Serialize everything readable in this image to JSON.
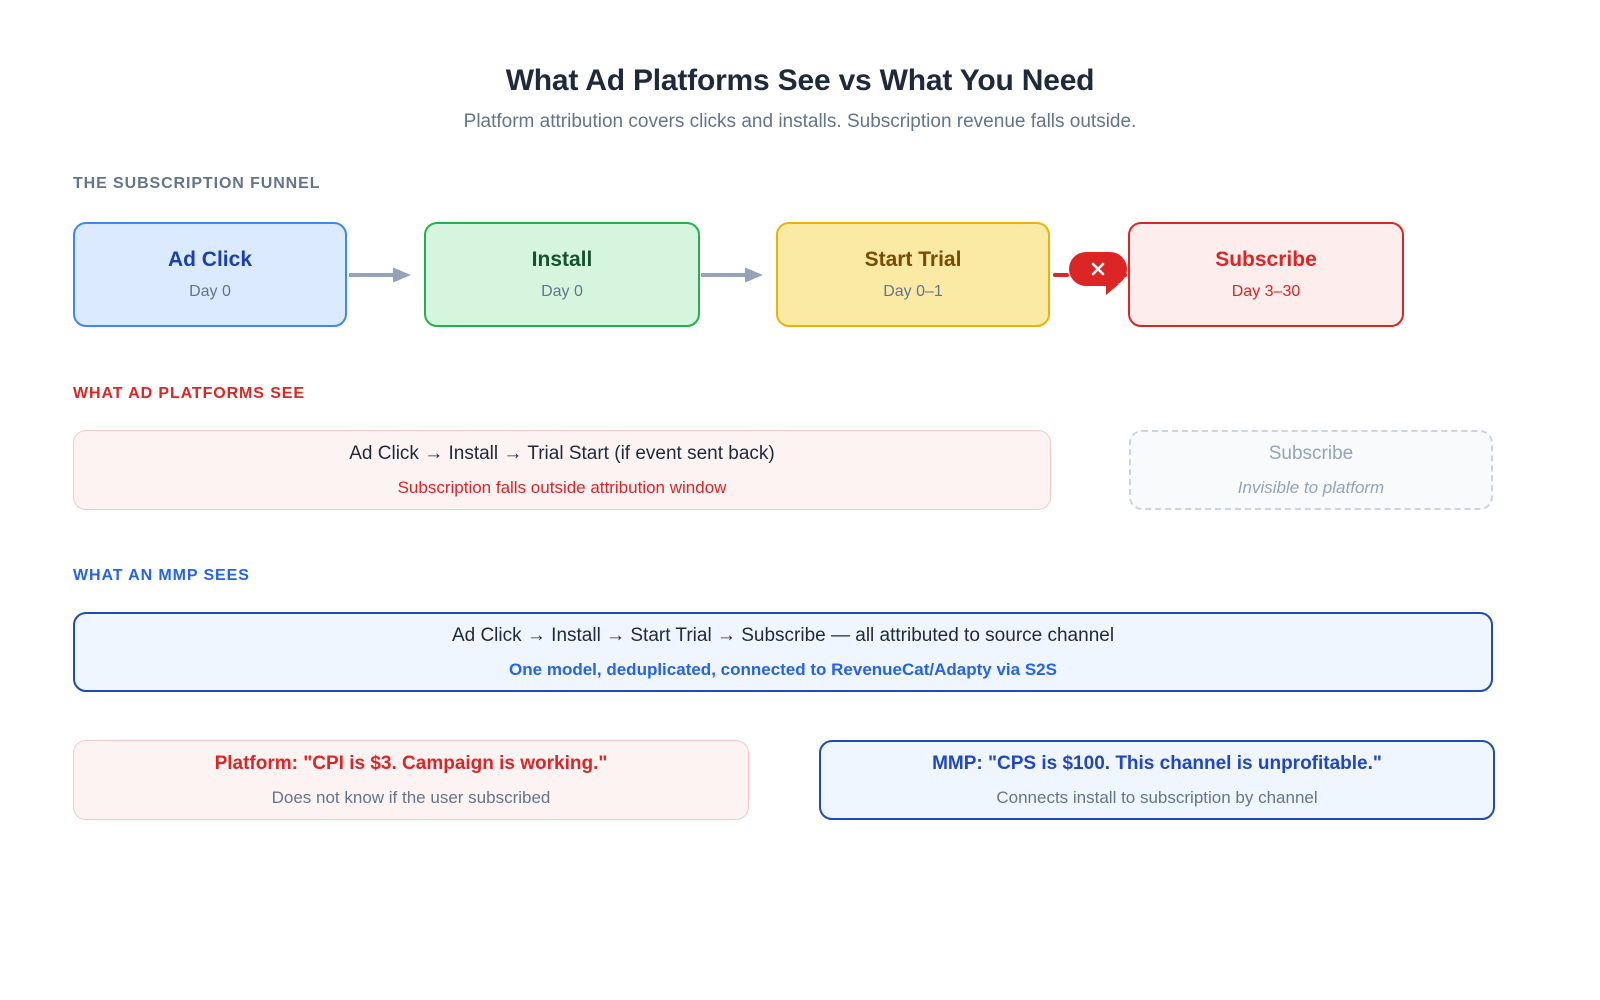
{
  "header": {
    "title": "What Ad Platforms See vs What You Need",
    "subtitle": "Platform attribution covers clicks and installs. Subscription revenue falls outside."
  },
  "colors": {
    "red": "#dc2626",
    "blue": "#2563eb",
    "blue_dark": "#2348b8",
    "slate": "#64748b",
    "green": "#22b14c",
    "amber": "#eab308",
    "arrow": "#94a3b8"
  },
  "funnel": {
    "label": "THE SUBSCRIPTION FUNNEL",
    "steps": [
      {
        "title": "Ad Click",
        "sub": "Day 0"
      },
      {
        "title": "Install",
        "sub": "Day 0"
      },
      {
        "title": "Start Trial",
        "sub": "Day 0–1"
      },
      {
        "title": "Subscribe",
        "sub": "Day 3–30"
      }
    ],
    "break_badge": {
      "icon": "x-mark-icon",
      "glyph": "✕"
    }
  },
  "platform_section": {
    "label": "WHAT AD PLATFORMS SEE",
    "covered": {
      "line1": "Ad Click → Install → Trial Start (if event sent back)",
      "line2": "Subscription falls outside attribution window"
    },
    "invisible": {
      "line1": "Subscribe",
      "line2": "Invisible to platform"
    }
  },
  "mmp_section": {
    "label": "WHAT AN MMP SEES",
    "covered": {
      "line1": "Ad Click → Install → Start Trial → Subscribe — all attributed to source channel",
      "line2": "One model, deduplicated, connected to RevenueCat/Adapty via S2S"
    }
  },
  "callouts": [
    {
      "line1": "Platform: \"CPI is $3. Campaign is working.\"",
      "line2": "Does not know if the user subscribed"
    },
    {
      "line1": "MMP: \"CPS is $100. This channel is unprofitable.\"",
      "line2": "Connects install to subscription by channel"
    }
  ]
}
